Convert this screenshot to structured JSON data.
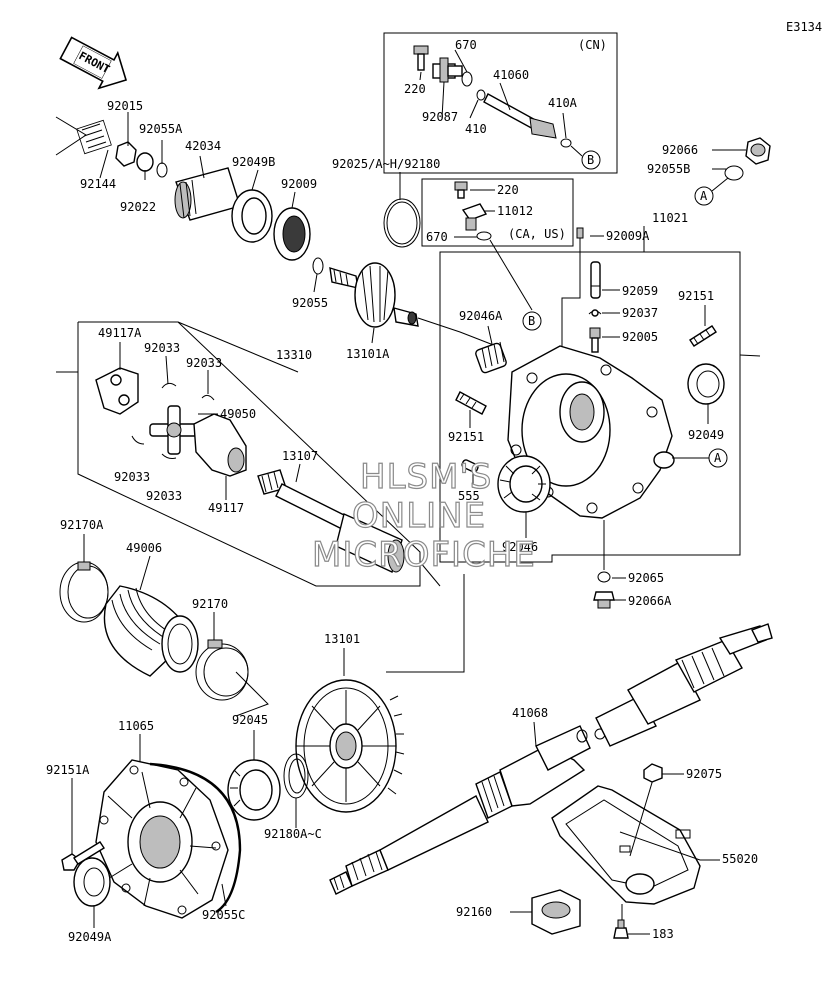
{
  "diagram_code": "E3134",
  "front_label": "FRONT",
  "watermark": [
    "HLSM'S",
    "ONLINE",
    "MICROFICHE"
  ],
  "variant_labels": {
    "cn": "(CN)",
    "ca_us": "(CA, US)"
  },
  "connectors": {
    "a": "A",
    "b": "B"
  },
  "parts": {
    "p220_cn": "220",
    "p670_cn": "670",
    "p41060": "41060",
    "p92087": "92087",
    "p410": "410",
    "p410a": "410A",
    "p220_us": "220",
    "p11012": "11012",
    "p670_us": "670",
    "p92066": "92066",
    "p92055b": "92055B",
    "p92015": "92015",
    "p92055a": "92055A",
    "p42034": "42034",
    "p92049b": "92049B",
    "p92009": "92009",
    "p92144": "92144",
    "p92022": "92022",
    "p92025": "92025/A~H/92180",
    "p92055": "92055",
    "p13101a": "13101A",
    "p92046a": "92046A",
    "p92009a": "92009A",
    "p11021": "11021",
    "p92059": "92059",
    "p92151_r": "92151",
    "p92037": "92037",
    "p92005": "92005",
    "p49117a": "49117A",
    "p92033_a": "92033",
    "p92033_b": "92033",
    "p13310": "13310",
    "p49050": "49050",
    "p92033_c": "92033",
    "p92033_d": "92033",
    "p13107": "13107",
    "p49117": "49117",
    "p92151_l": "92151",
    "p555": "555",
    "p92049": "92049",
    "p92046": "92046",
    "p92065": "92065",
    "p92066a": "92066A",
    "p92170a": "92170A",
    "p49006": "49006",
    "p92170": "92170",
    "p13101": "13101",
    "p11065": "11065",
    "p92045": "92045",
    "p92151a": "92151A",
    "p92180ac": "92180A~C",
    "p92055c": "92055C",
    "p92049a": "92049A",
    "p41068": "41068",
    "p92075": "92075",
    "p55020": "55020",
    "p92160": "92160",
    "p183": "183"
  }
}
